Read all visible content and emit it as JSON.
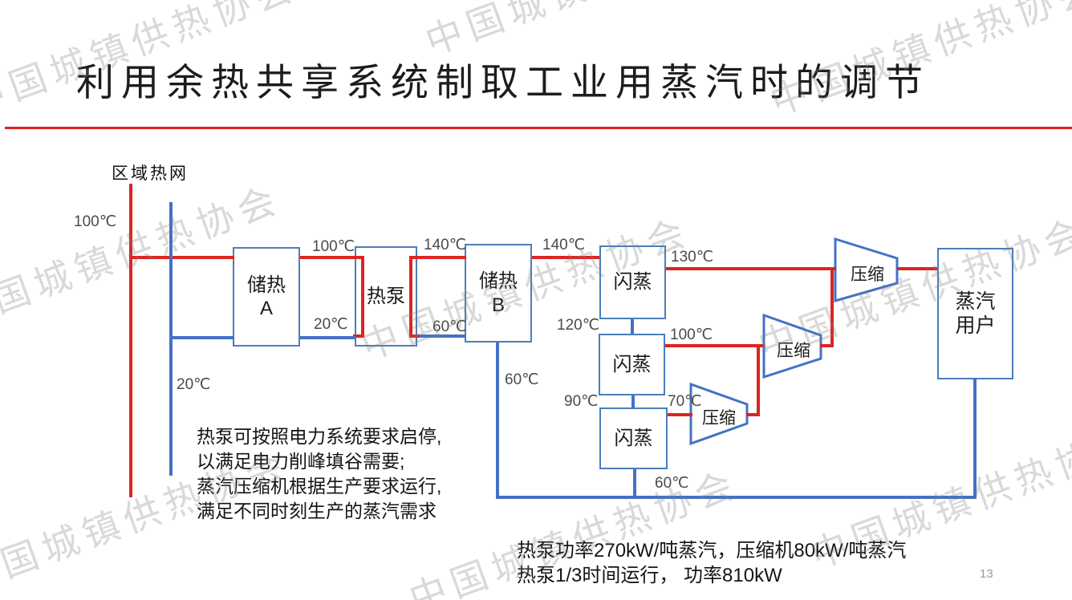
{
  "title": "利用余热共享系统制取工业用蒸汽时的调节",
  "watermark_text": "中国城镇供热协会",
  "page_number": "13",
  "colors": {
    "hot_line": "#dd2421",
    "cold_line": "#4472c4",
    "title_rule": "#e32022",
    "box_border": "#4a7ebb"
  },
  "diagram": {
    "district_network_label": "区域热网",
    "boxes": {
      "storage_a": {
        "title": "储热",
        "sub": "A"
      },
      "heat_pump": {
        "title": "热泵"
      },
      "storage_b": {
        "title": "储热",
        "sub": "B"
      },
      "flash_1": {
        "title": "闪蒸"
      },
      "flash_2": {
        "title": "闪蒸"
      },
      "flash_3": {
        "title": "闪蒸"
      },
      "compressor_1": {
        "title": "压缩"
      },
      "compressor_2": {
        "title": "压缩"
      },
      "compressor_3": {
        "title": "压缩"
      },
      "steam_user": {
        "title": "蒸汽",
        "sub": "用户"
      }
    },
    "temperatures": {
      "network_supply": "100℃",
      "network_return": "20℃",
      "storage_a_out": "100℃",
      "storage_a_return": "20℃",
      "heat_pump_out": "140℃",
      "heat_pump_return": "60℃",
      "storage_b_out": "140℃",
      "flash1_steam": "130℃",
      "flash1_to_flash2": "120℃",
      "flash2_steam": "100℃",
      "storage_b_return": "60℃",
      "flash2_to_flash3": "90℃",
      "flash3_steam": "70℃",
      "condensate_return": "60℃"
    }
  },
  "notes": {
    "line1": "热泵可按照电力系统要求启停,",
    "line2": "以满足电力削峰填谷需要;",
    "line3": "蒸汽压缩机根据生产要求运行,",
    "line4": "满足不同时刻生产的蒸汽需求"
  },
  "stats": {
    "line1": "热泵功率270kW/吨蒸汽，压缩机80kW/吨蒸汽",
    "line2": "热泵1/3时间运行， 功率810kW"
  }
}
